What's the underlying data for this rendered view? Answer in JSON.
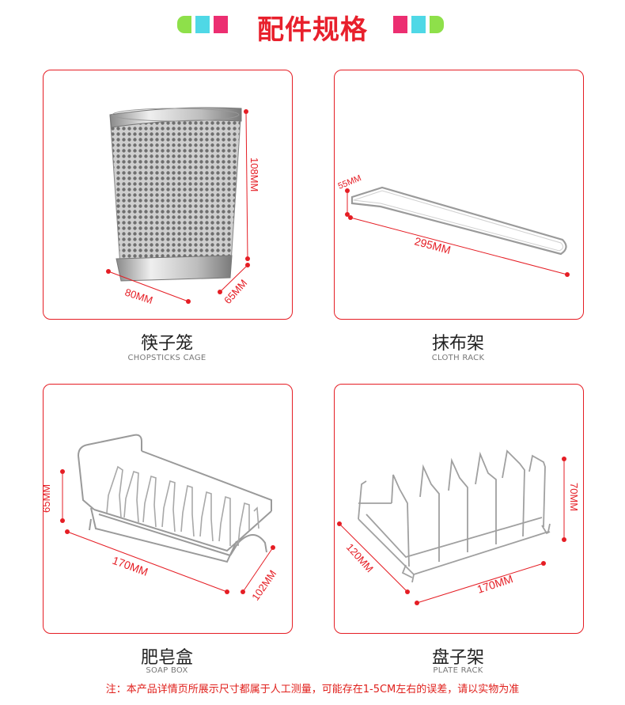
{
  "header": {
    "title": "配件规格",
    "colors": {
      "green": "#8ee04a",
      "cyan": "#4fd8e6",
      "pink": "#ec2e71",
      "red": "#e8202c"
    }
  },
  "products": [
    {
      "name_cn": "筷子笼",
      "name_en": "CHOPSTICKS CAGE",
      "dims": {
        "height": "108MM",
        "width": "80MM",
        "depth": "65MM"
      }
    },
    {
      "name_cn": "抹布架",
      "name_en": "CLOTH RACK",
      "dims": {
        "height": "55MM",
        "length": "295MM"
      }
    },
    {
      "name_cn": "肥皂盒",
      "name_en": "SOAP BOX",
      "dims": {
        "height": "65MM",
        "width": "170MM",
        "depth": "102MM"
      }
    },
    {
      "name_cn": "盘子架",
      "name_en": "PLATE RACK",
      "dims": {
        "height": "70MM",
        "width": "170MM",
        "depth": "120MM"
      }
    }
  ],
  "note": "注：本产品详情页所展示尺寸都属于人工测量，可能存在1-5CM左右的误差，请以实物为准"
}
